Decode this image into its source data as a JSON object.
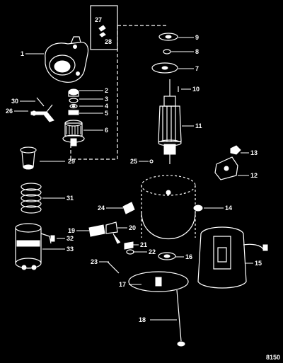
{
  "diagram": {
    "drawing_code": "8150",
    "callouts": [
      "1",
      "2",
      "3",
      "4",
      "5",
      "6",
      "7",
      "8",
      "9",
      "10",
      "11",
      "12",
      "13",
      "14",
      "15",
      "16",
      "17",
      "18",
      "19",
      "20",
      "21",
      "22",
      "23",
      "24",
      "25",
      "26",
      "27",
      "28",
      "29",
      "30",
      "31",
      "32",
      "33"
    ]
  }
}
